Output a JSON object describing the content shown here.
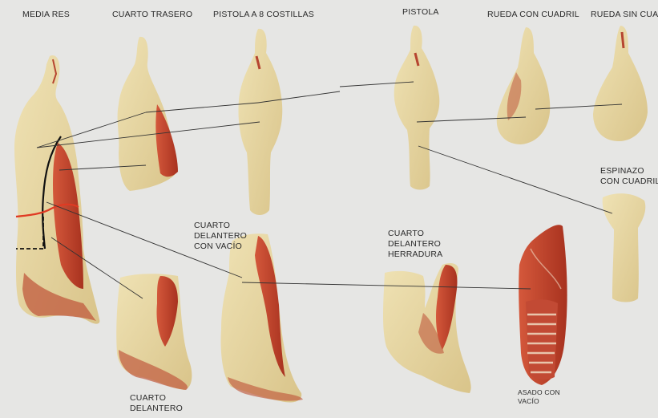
{
  "labels": {
    "media_res": "MEDIA RES",
    "cuarto_trasero": "CUARTO TRASERO",
    "pistola_8": "PISTOLA A 8 COSTILLAS",
    "pistola": "PISTOLA",
    "rueda_con_cuadril": "RUEDA CON CUADRIL",
    "rueda_sin_cuadril": "RUEDA SIN CUADR",
    "espinazo": [
      "ESPINAZO",
      "CON CUADRIL"
    ],
    "cuarto_delantero_vacio": [
      "CUARTO",
      "DELANTERO",
      "CON VACÍO"
    ],
    "cuarto_delantero_herradura": [
      "CUARTO",
      "DELANTERO",
      "HERRADURA"
    ],
    "cuarto_delantero": [
      "CUARTO",
      "DELANTERO"
    ],
    "asado_con_vacio": [
      "ASADO CON",
      "VACÍO"
    ]
  },
  "colors": {
    "background": "#e6e6e4",
    "fat": "#e9d9a6",
    "fat_shade": "#d8c389",
    "muscle": "#c9472f",
    "muscle_dark": "#9e2e1e",
    "leader_line": "#333333",
    "cut_line_red": "#e03a23",
    "cut_line_black": "#111111"
  }
}
